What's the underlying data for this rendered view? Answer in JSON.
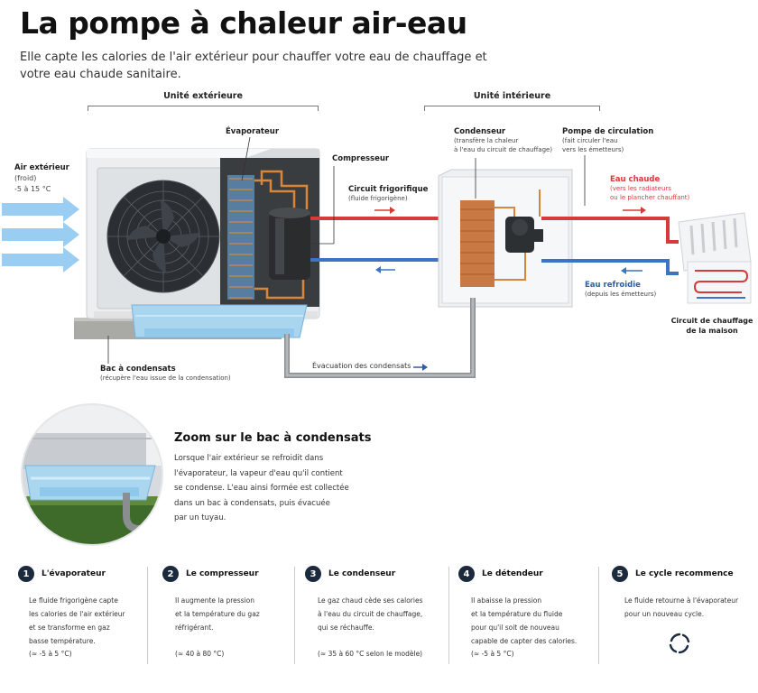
{
  "header": {
    "title": "La pompe à chaleur air-eau",
    "subtitle": "Elle capte les calories de l'air extérieur pour chauffer votre eau de chauffage et votre eau chaude sanitaire."
  },
  "sections": {
    "outdoor": "Unité extérieure",
    "indoor": "Unité intérieure"
  },
  "labels": {
    "air_ext_title": "Air extérieur",
    "air_ext_cold": "(froid)",
    "air_ext_range": "-5 à 15 °C",
    "evaporateur": "Évaporateur",
    "compresseur": "Compresseur",
    "circuit_title": "Circuit frigorifique",
    "circuit_sub": "(fluide frigorigène)",
    "condenseur_title": "Condenseur",
    "condenseur_sub1": "(transfère la chaleur",
    "condenseur_sub2": "à l'eau du circuit de chauffage)",
    "pompe_title": "Pompe de circulation",
    "pompe_sub1": "(fait circuler l'eau",
    "pompe_sub2": "vers les émetteurs)",
    "eau_chaude_title": "Eau chaude",
    "eau_chaude_sub1": "(vers les radiateurs",
    "eau_chaude_sub2": "ou le plancher chauffant)",
    "eau_froide_title": "Eau refroidie",
    "eau_froide_sub": "(depuis les émetteurs)",
    "circuit_maison1": "Circuit de chauffage",
    "circuit_maison2": "de la maison",
    "bac_title": "Bac à condensats",
    "bac_sub": "(récupère l'eau issue de la condensation)",
    "evacuation": "Évacuation des condensats"
  },
  "zoom": {
    "title": "Zoom sur le bac à condensats",
    "lines": [
      "Lorsque l'air extérieur se refroidit dans",
      "l'évaporateur, la vapeur d'eau qu'il contient",
      "se condense. L'eau ainsi formée est collectée",
      "dans un bac à condensats, puis évacuée",
      "par un tuyau."
    ]
  },
  "steps": [
    {
      "num": "1",
      "title": "L'évaporateur",
      "lines": [
        "Le fluide frigorigène capte",
        "les calories de l'air extérieur",
        "et se transforme en gaz",
        "basse température."
      ],
      "temp": "(≈ -5 à 5 °C)"
    },
    {
      "num": "2",
      "title": "Le compresseur",
      "lines": [
        "Il augmente la pression",
        "et la température du gaz",
        "réfrigérant."
      ],
      "temp": "(≈ 40 à 80 °C)"
    },
    {
      "num": "3",
      "title": "Le condenseur",
      "lines": [
        "Le gaz chaud cède ses calories",
        "à l'eau du circuit de chauffage,",
        "qui se réchauffe."
      ],
      "temp": "(≈ 35 à 60 °C selon le modèle)"
    },
    {
      "num": "4",
      "title": "Le détendeur",
      "lines": [
        "Il abaisse la pression",
        "et la température du fluide",
        "pour qu'il soit de nouveau",
        "capable de capter des calories."
      ],
      "temp": "(≈ -5 à 5 °C)"
    },
    {
      "num": "5",
      "title": "Le cycle recommence",
      "lines": [
        "Le fluide retourne à l'évaporateur",
        "pour un nouveau cycle."
      ],
      "temp": ""
    }
  ],
  "colors": {
    "hot": "#d83a3a",
    "cold": "#2c5fa8",
    "air_arrow": "#8ec8ef",
    "badge": "#1c2a3e"
  },
  "icons": [
    "cycle-icon",
    "fan-icon",
    "radiator-icon",
    "floor-heating-icon"
  ]
}
